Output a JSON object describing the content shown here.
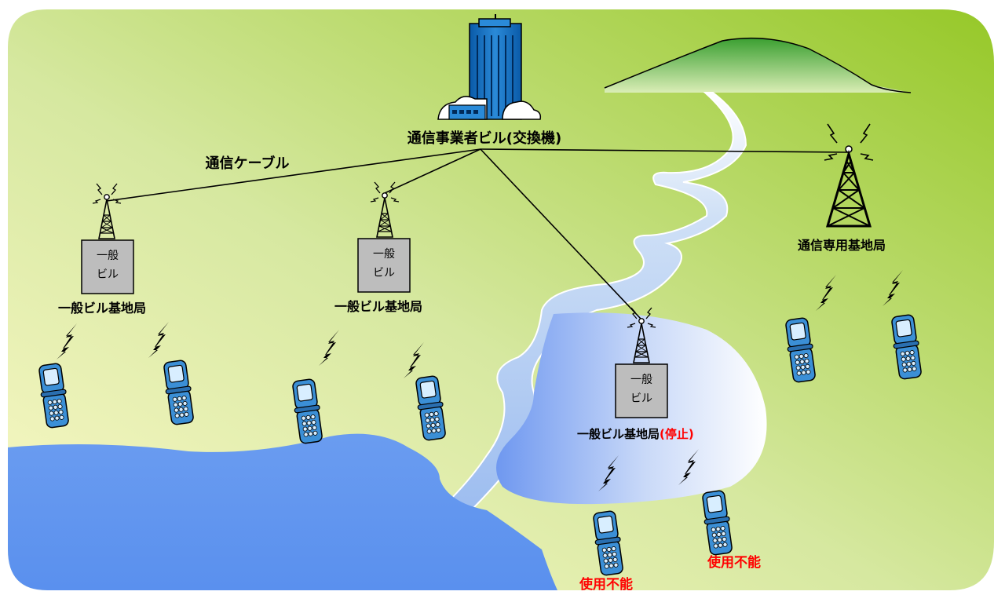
{
  "colors": {
    "land_light": "#fbf9c8",
    "land_mid": "#c8e08a",
    "land_dark": "#96c828",
    "sea": "#5f96f0",
    "river": "#a8c8f0",
    "outage_zone": "#7fa6f2",
    "mountain": "#3fae3f",
    "building_box": "#bdbdbd",
    "warning_red": "#ff0000",
    "phone_blue": "#3b8fd6"
  },
  "hq": {
    "label": "通信事業者ビル(交換機)",
    "icon": "office-tower-icon"
  },
  "cable_label": "通信ケーブル",
  "stations": [
    {
      "label": "一般ビル基地局",
      "building_line1": "一般",
      "building_line2": "ビル",
      "type": "general-building",
      "status": ""
    },
    {
      "label": "一般ビル基地局",
      "building_line1": "一般",
      "building_line2": "ビル",
      "type": "general-building",
      "status": ""
    },
    {
      "label": "一般ビル基地局",
      "status": "(停止)",
      "building_line1": "一般",
      "building_line2": "ビル",
      "type": "general-building"
    },
    {
      "label": "通信専用基地局",
      "type": "dedicated-tower",
      "status": ""
    }
  ],
  "unavailable_labels": [
    "使用不能",
    "使用不能"
  ]
}
